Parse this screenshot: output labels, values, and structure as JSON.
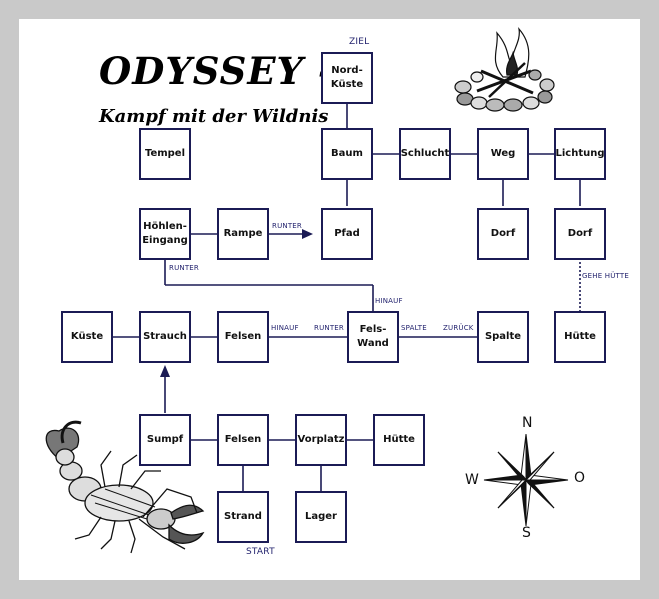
{
  "title": "ODYSSEY -",
  "subtitle": "Kampf mit der Wildnis",
  "rooms": {
    "nord_kueste": "Nord-\nKüste",
    "tempel": "Tempel",
    "baum": "Baum",
    "schlucht": "Schlucht",
    "weg": "Weg",
    "lichtung": "Lichtung",
    "hoehleneingang": "Höhlen-\nEingang",
    "rampe": "Rampe",
    "pfad": "Pfad",
    "dorf_1": "Dorf",
    "dorf_2": "Dorf",
    "kueste": "Küste",
    "strauch": "Strauch",
    "felsen_mid": "Felsen",
    "felswand": "Fels-\nWand",
    "spalte": "Spalte",
    "huette_mid": "Hütte",
    "sumpf": "Sumpf",
    "felsen_low": "Felsen",
    "vorplatz": "Vorplatz",
    "huette_low": "Hütte",
    "strand": "Strand",
    "lager": "Lager"
  },
  "labels": {
    "ziel": "ZIEL",
    "start": "START",
    "runter_rampe": "RUNTER",
    "runter_hoehle": "RUNTER",
    "hinauf_wand": "HINAUF",
    "hinauf_felsen": "HINAUF",
    "runter_wand": "RUNTER",
    "spalte": "SPALTE",
    "zurueck": "ZURÜCK",
    "gehe_huette": "GEHE HÜTTE"
  },
  "compass": {
    "n": "N",
    "s": "S",
    "w": "W",
    "o": "O"
  },
  "colors": {
    "line": "#1b1b55",
    "label": "#23236e",
    "frame": "#c9c9c9"
  },
  "icons": [
    "campfire-icon",
    "scorpion-icon",
    "compass-rose-icon"
  ]
}
